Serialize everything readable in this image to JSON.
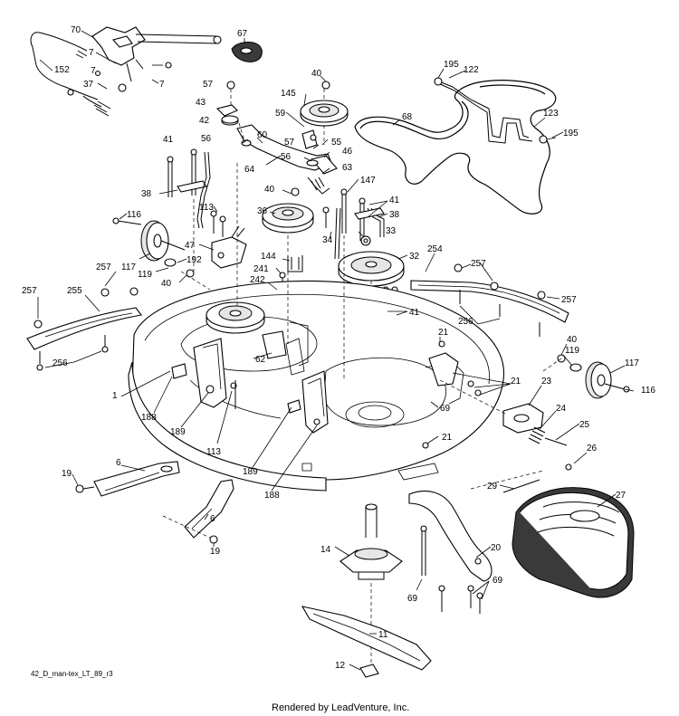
{
  "diagram": {
    "ref_code": "42_D_man-tex_LT_89_r3",
    "footer": "Rendered by LeadVenture, Inc.",
    "callouts": [
      {
        "id": "c70a",
        "text": "70"
      },
      {
        "id": "c67",
        "text": "67"
      },
      {
        "id": "c7a",
        "text": "7"
      },
      {
        "id": "c152",
        "text": "152"
      },
      {
        "id": "c7b",
        "text": "7"
      },
      {
        "id": "c37",
        "text": "37"
      },
      {
        "id": "c7c",
        "text": "7"
      },
      {
        "id": "c57a",
        "text": "57"
      },
      {
        "id": "c40a",
        "text": "40"
      },
      {
        "id": "c195a",
        "text": "195"
      },
      {
        "id": "c122",
        "text": "122"
      },
      {
        "id": "c145",
        "text": "145"
      },
      {
        "id": "c43",
        "text": "43"
      },
      {
        "id": "c59",
        "text": "59"
      },
      {
        "id": "c68",
        "text": "68"
      },
      {
        "id": "c123",
        "text": "123"
      },
      {
        "id": "c195b",
        "text": "195"
      },
      {
        "id": "c42",
        "text": "42"
      },
      {
        "id": "c56a",
        "text": "56"
      },
      {
        "id": "c60",
        "text": "60"
      },
      {
        "id": "c57b",
        "text": "57"
      },
      {
        "id": "c55",
        "text": "55"
      },
      {
        "id": "c41a",
        "text": "41"
      },
      {
        "id": "c56b",
        "text": "56"
      },
      {
        "id": "c46",
        "text": "46"
      },
      {
        "id": "c63",
        "text": "63"
      },
      {
        "id": "c64",
        "text": "64"
      },
      {
        "id": "c147",
        "text": "147"
      },
      {
        "id": "c40b",
        "text": "40"
      },
      {
        "id": "c41b",
        "text": "41"
      },
      {
        "id": "c38a",
        "text": "38"
      },
      {
        "id": "c38b",
        "text": "38"
      },
      {
        "id": "c36",
        "text": "36"
      },
      {
        "id": "c113a",
        "text": "113"
      },
      {
        "id": "c116a",
        "text": "116"
      },
      {
        "id": "c34",
        "text": "34"
      },
      {
        "id": "c33",
        "text": "33"
      },
      {
        "id": "c47",
        "text": "47"
      },
      {
        "id": "c144",
        "text": "144"
      },
      {
        "id": "c32",
        "text": "32"
      },
      {
        "id": "c254",
        "text": "254"
      },
      {
        "id": "c117a",
        "text": "117"
      },
      {
        "id": "c192",
        "text": "192"
      },
      {
        "id": "c241",
        "text": "241"
      },
      {
        "id": "c119a",
        "text": "119"
      },
      {
        "id": "c257a",
        "text": "257"
      },
      {
        "id": "c257b",
        "text": "257"
      },
      {
        "id": "c40c",
        "text": "40"
      },
      {
        "id": "c242",
        "text": "242"
      },
      {
        "id": "c257c",
        "text": "257"
      },
      {
        "id": "c255",
        "text": "255"
      },
      {
        "id": "c257d",
        "text": "257"
      },
      {
        "id": "c41c",
        "text": "41"
      },
      {
        "id": "c256a",
        "text": "256"
      },
      {
        "id": "c21a",
        "text": "21"
      },
      {
        "id": "c62",
        "text": "62"
      },
      {
        "id": "c40d",
        "text": "40"
      },
      {
        "id": "c119b",
        "text": "119"
      },
      {
        "id": "c117b",
        "text": "117"
      },
      {
        "id": "c256b",
        "text": "256"
      },
      {
        "id": "c1",
        "text": "1"
      },
      {
        "id": "c21b",
        "text": "21"
      },
      {
        "id": "c23",
        "text": "23"
      },
      {
        "id": "c116b",
        "text": "116"
      },
      {
        "id": "c69a",
        "text": "69"
      },
      {
        "id": "c24",
        "text": "24"
      },
      {
        "id": "c188a",
        "text": "188"
      },
      {
        "id": "c189a",
        "text": "189"
      },
      {
        "id": "c25",
        "text": "25"
      },
      {
        "id": "c21c",
        "text": "21"
      },
      {
        "id": "c113b",
        "text": "113"
      },
      {
        "id": "c26",
        "text": "26"
      },
      {
        "id": "c6a",
        "text": "6"
      },
      {
        "id": "c19a",
        "text": "19"
      },
      {
        "id": "c189b",
        "text": "189"
      },
      {
        "id": "c188b",
        "text": "188"
      },
      {
        "id": "c29",
        "text": "29"
      },
      {
        "id": "c27",
        "text": "27"
      },
      {
        "id": "c6b",
        "text": "6"
      },
      {
        "id": "c19b",
        "text": "19"
      },
      {
        "id": "c14",
        "text": "14"
      },
      {
        "id": "c20",
        "text": "20"
      },
      {
        "id": "c69b",
        "text": "69"
      },
      {
        "id": "c69c",
        "text": "69"
      },
      {
        "id": "c11",
        "text": "11"
      },
      {
        "id": "c12",
        "text": "12"
      }
    ]
  }
}
